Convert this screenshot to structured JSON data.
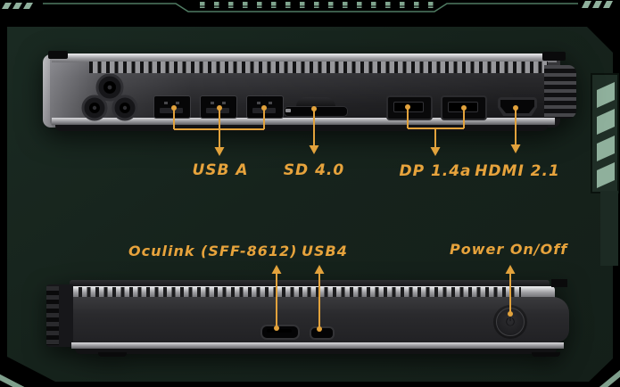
{
  "colors": {
    "background": "#000000",
    "panel_green": "#16231C",
    "frame_line_green": "#4F7B62",
    "frame_block_green": "#7FA58E",
    "frame_slash_green": "#8FB09C",
    "annotation_orange": "#E7A33C"
  },
  "top_device": {
    "labels": {
      "usb_a": "USB A",
      "sd": "SD 4.0",
      "dp": "DP 1.4a",
      "hdmi": "HDMI 2.1"
    }
  },
  "bottom_device": {
    "labels": {
      "oculink": "Oculink (SFF-8612)",
      "usb4": "USB4",
      "power": "Power On/Off"
    }
  },
  "icons": {
    "power_glyph": "⏻"
  }
}
